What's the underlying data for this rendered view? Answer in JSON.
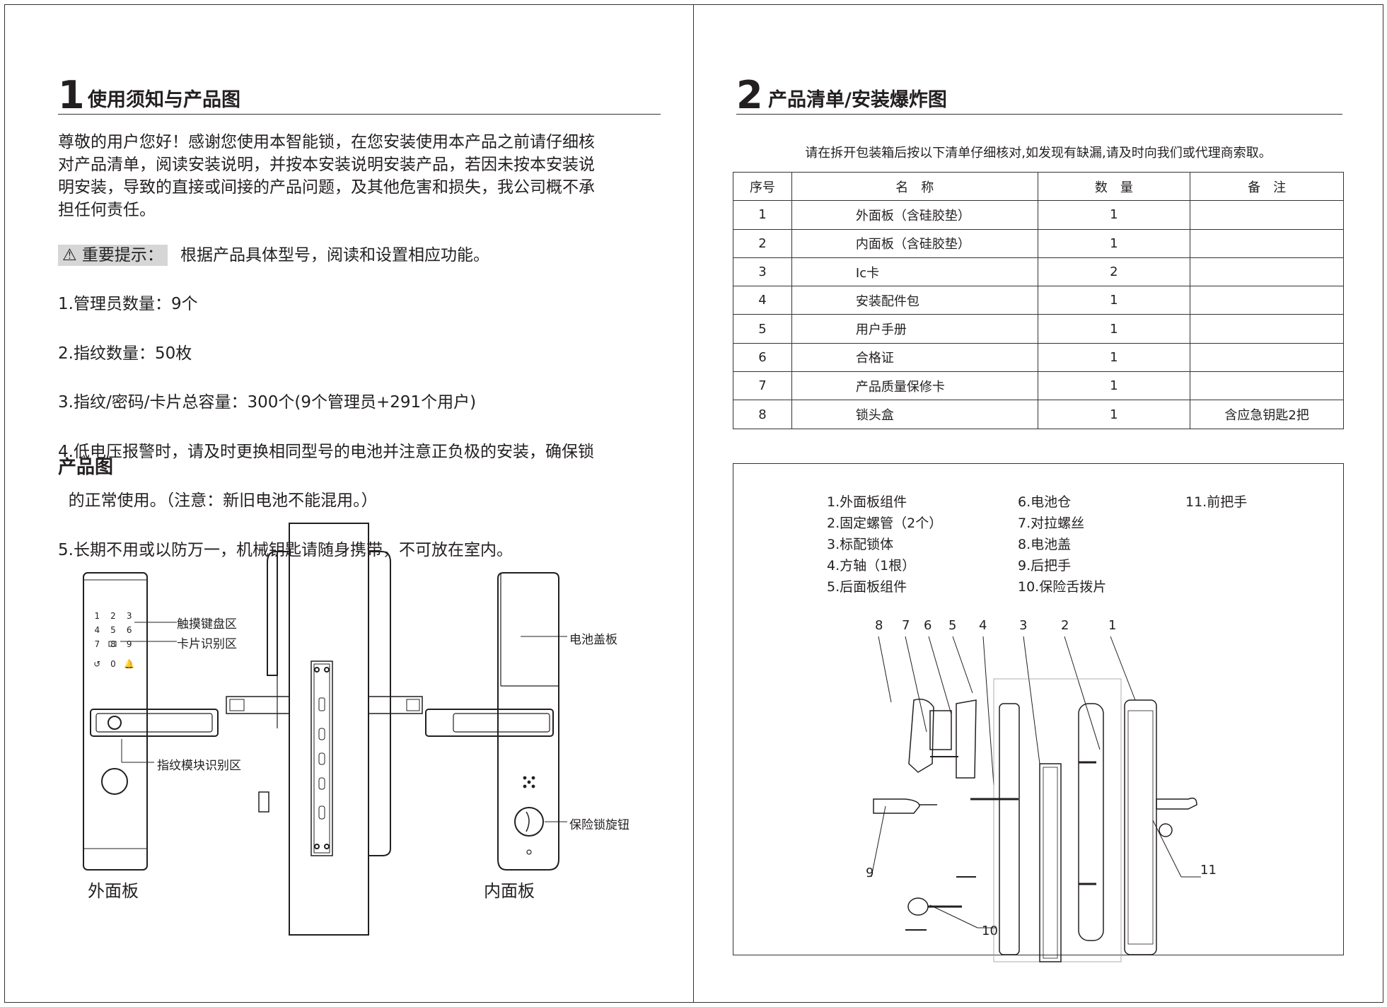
{
  "left": {
    "section_number": "1",
    "section_title": "使用须知与产品图",
    "intro_lines": [
      "尊敬的用户您好！感谢您使用本智能锁，在您安装使用本产品之前请仔细核",
      "对产品清单，阅读安装说明，并按本安装说明安装产品，若因未按本安装说",
      "明安装，导致的直接或间接的产品问题，及其他危害和损失，我公司概不承",
      "担任何责任。"
    ],
    "notice_label": "⚠ 重要提示：",
    "notice_text": "根据产品具体型号，阅读和设置相应功能。",
    "notes": [
      "1.管理员数量：9个",
      "2.指纹数量：50枚",
      "3.指纹/密码/卡片总容量：300个(9个管理员+291个用户)",
      "4.低电压报警时，请及时更换相同型号的电池并注意正负极的安装，确保锁",
      "  的正常使用。（注意：新旧电池不能混用。）",
      "5.长期不用或以防万一，机械钥匙请随身携带，不可放在室内。"
    ],
    "product_heading": "产品图",
    "keypad_keys": [
      "1",
      "2",
      "3",
      "4",
      "5",
      "6",
      "7",
      "8",
      "9",
      "↺",
      "0",
      "🔔"
    ],
    "callouts": {
      "touch_keypad": "触摸键盘区",
      "card_reader": "卡片识别区",
      "fingerprint": "指纹模块识别区",
      "battery_cover": "电池盖板",
      "safety_knob": "保险锁旋钮"
    },
    "label_outer": "外面板",
    "label_inner": "内面板"
  },
  "right": {
    "section_number": "2",
    "section_title": "产品清单/安装爆炸图",
    "intro": "请在拆开包装箱后按以下清单仔细核对,如发现有缺漏,请及时向我们或代理商索取。",
    "table": {
      "headers": [
        "序号",
        "名　称",
        "数　量",
        "备　注"
      ],
      "rows": [
        [
          "1",
          "外面板（含硅胶垫）",
          "1",
          ""
        ],
        [
          "2",
          "内面板（含硅胶垫）",
          "1",
          ""
        ],
        [
          "3",
          "Ic卡",
          "2",
          ""
        ],
        [
          "4",
          "安装配件包",
          "1",
          ""
        ],
        [
          "5",
          "用户手册",
          "1",
          ""
        ],
        [
          "6",
          "合格证",
          "1",
          ""
        ],
        [
          "7",
          "产品质量保修卡",
          "1",
          ""
        ],
        [
          "8",
          "锁头盒",
          "1",
          "含应急钥匙2把"
        ]
      ]
    },
    "parts_col1": [
      "1.外面板组件",
      "2.固定螺管（2个）",
      "3.标配锁体",
      "4.方轴（1根）",
      "5.后面板组件"
    ],
    "parts_col2": [
      "6.电池仓",
      "7.对拉螺丝",
      "8.电池盖",
      "9.后把手",
      "10.保险舌拨片"
    ],
    "parts_col3": [
      "11.前把手"
    ],
    "diagram_numbers": [
      "8",
      "7",
      "6",
      "5",
      "4",
      "3",
      "2",
      "1",
      "9",
      "10",
      "11"
    ]
  }
}
